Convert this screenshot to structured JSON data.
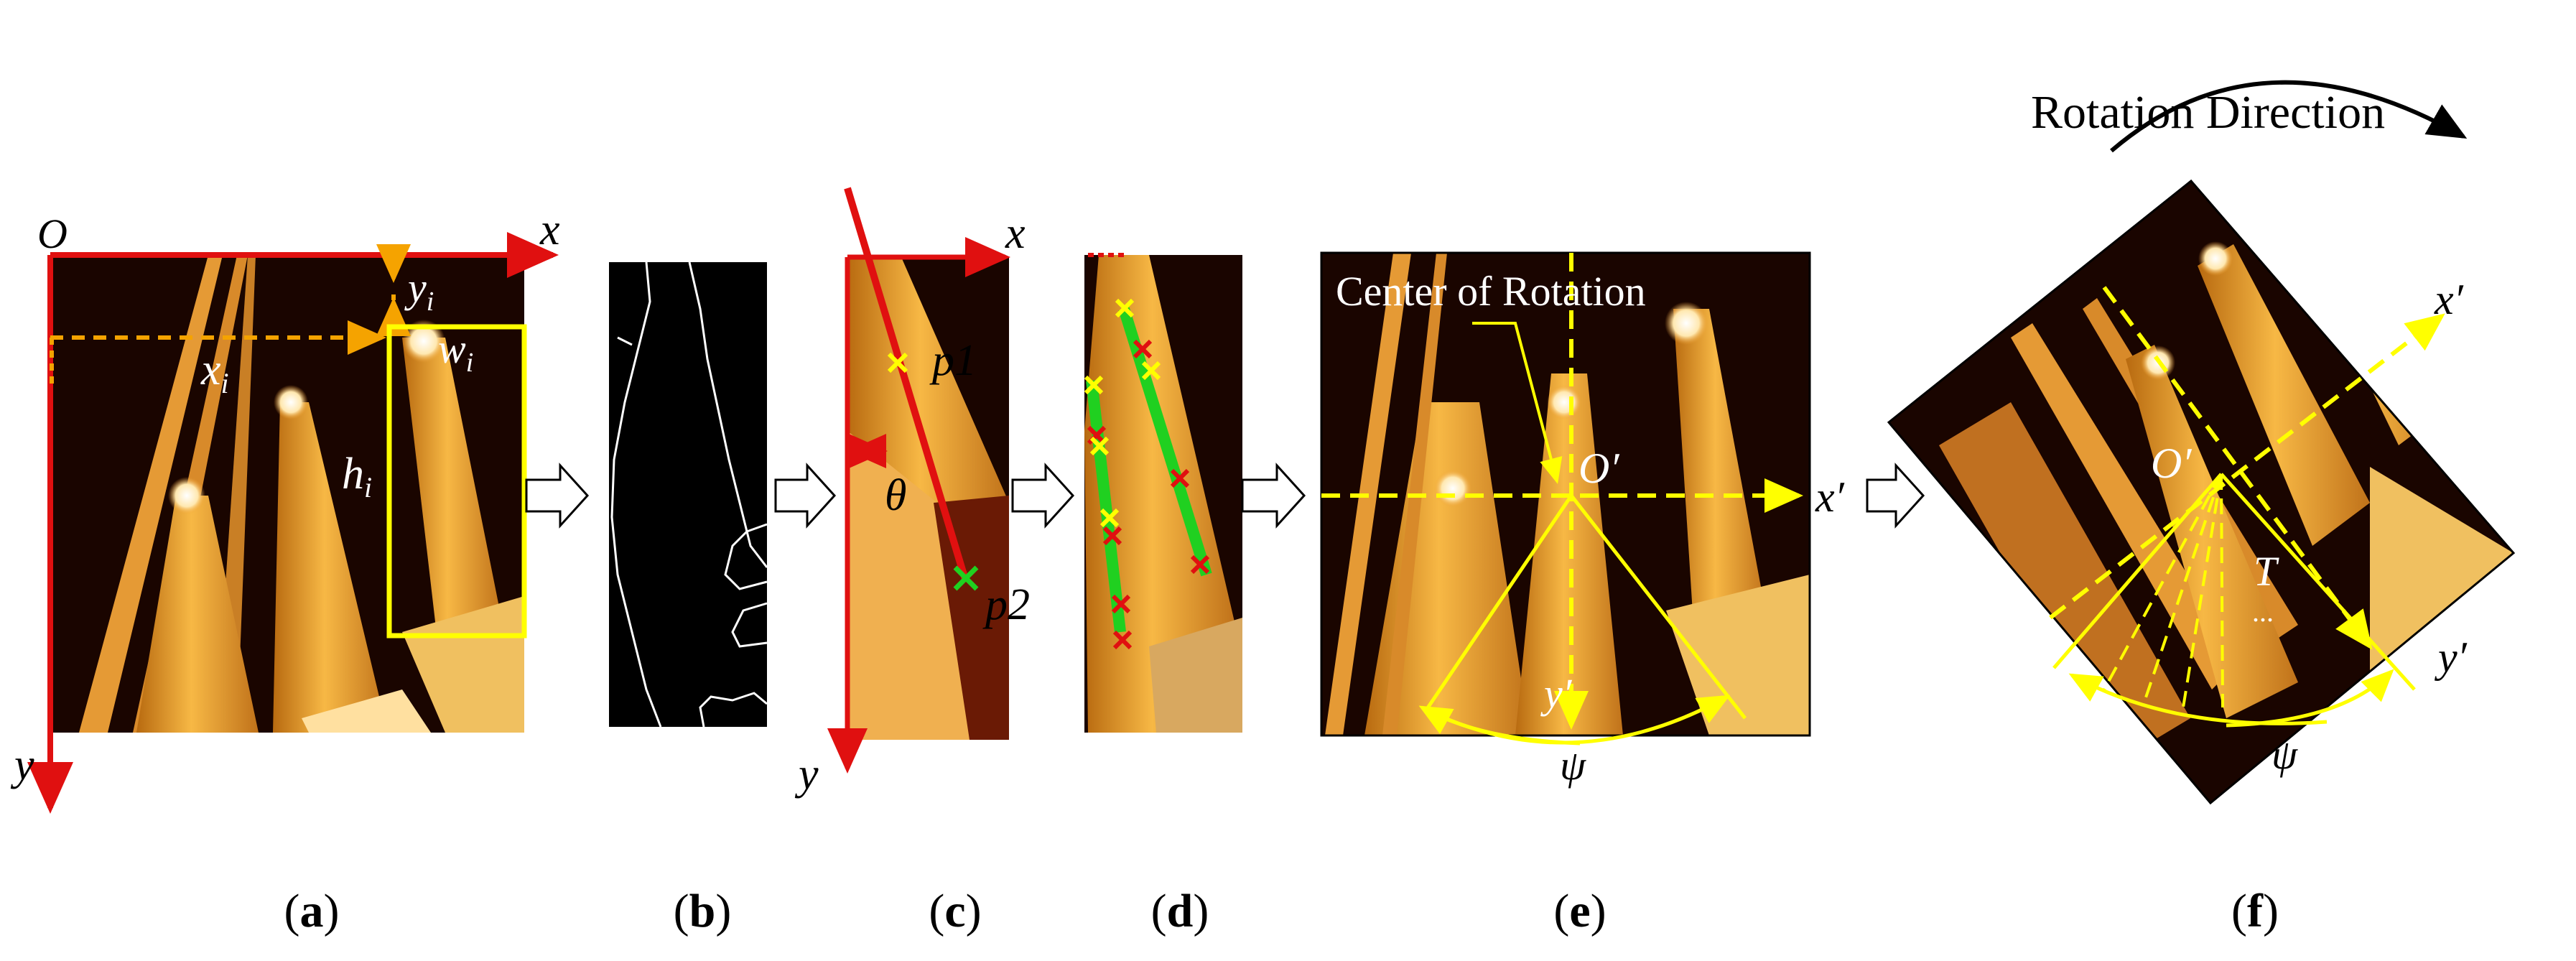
{
  "panels": {
    "a": {
      "caption_open": "(",
      "caption_letter": "a",
      "caption_close": ")",
      "origin": "O",
      "x_axis": "x",
      "y_axis": "y",
      "xi_base": "x",
      "xi_sub": "i",
      "yi_base": "y",
      "yi_sub": "i",
      "wi_base": "w",
      "wi_sub": "i",
      "hi_base": "h",
      "hi_sub": "i"
    },
    "b": {
      "caption_open": "(",
      "caption_letter": "b",
      "caption_close": ")"
    },
    "c": {
      "caption_open": "(",
      "caption_letter": "c",
      "caption_close": ")",
      "x_axis": "x",
      "y_axis": "y",
      "theta": "θ",
      "p1": "p1",
      "p2": "p2"
    },
    "d": {
      "caption_open": "(",
      "caption_letter": "d",
      "caption_close": ")"
    },
    "e": {
      "caption_open": "(",
      "caption_letter": "e",
      "caption_close": ")",
      "center_label": "Center of Rotation",
      "origin": "O′",
      "x_axis": "x′",
      "y_axis": "y′",
      "psi": "ψ"
    },
    "f": {
      "caption_open": "(",
      "caption_letter": "f",
      "caption_close": ")",
      "rotation_label": "Rotation Direction",
      "origin": "O′",
      "x_axis": "x′",
      "y_axis": "y′",
      "t_label": "T",
      "dots": "...",
      "psi": "ψ"
    }
  },
  "colors": {
    "axis_red": "#e01010",
    "box_yellow": "#ffff00",
    "dash_orange": "#f5a300",
    "marker_green": "#20d020",
    "image_dark": "#1a0500",
    "image_tube": "#f0a030"
  }
}
